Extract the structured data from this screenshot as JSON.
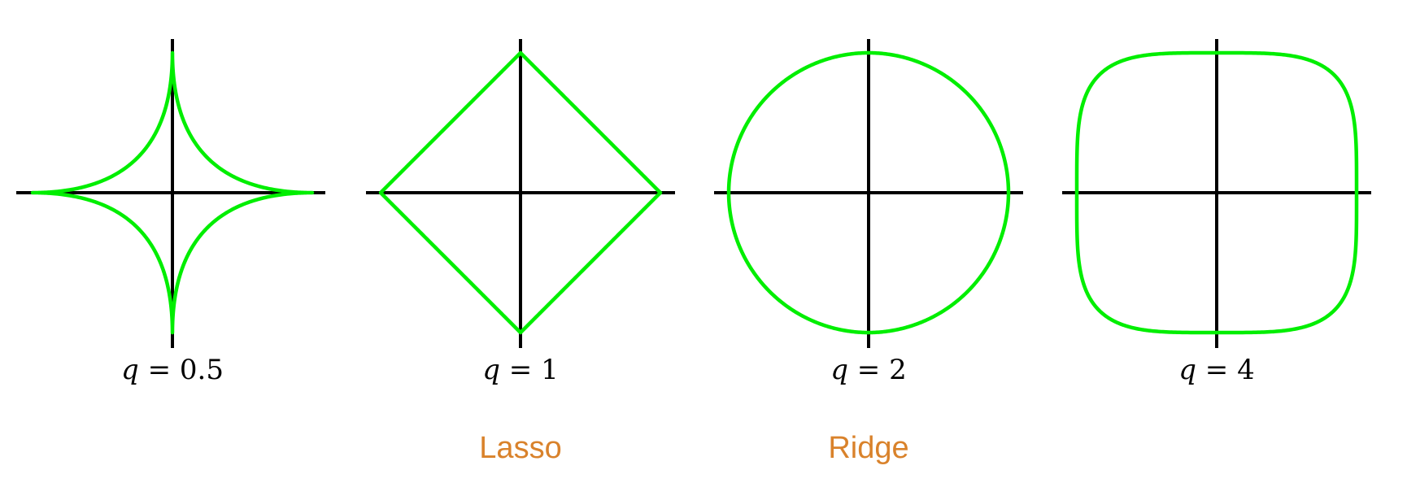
{
  "colors": {
    "curve": "#00ee00",
    "axes": "#000000",
    "names": "#d9822b"
  },
  "panels": [
    {
      "id": "q05",
      "q": 0.5,
      "q_var": "q",
      "q_eq": " = ",
      "q_value": "0.5",
      "name": ""
    },
    {
      "id": "q1",
      "q": 1,
      "q_var": "q",
      "q_eq": " = ",
      "q_value": "1",
      "name": "Lasso"
    },
    {
      "id": "q2",
      "q": 2,
      "q_var": "q",
      "q_eq": " = ",
      "q_value": "2",
      "name": "Ridge"
    },
    {
      "id": "q4",
      "q": 4,
      "q_var": "q",
      "q_eq": " = ",
      "q_value": "4",
      "name": ""
    }
  ]
}
